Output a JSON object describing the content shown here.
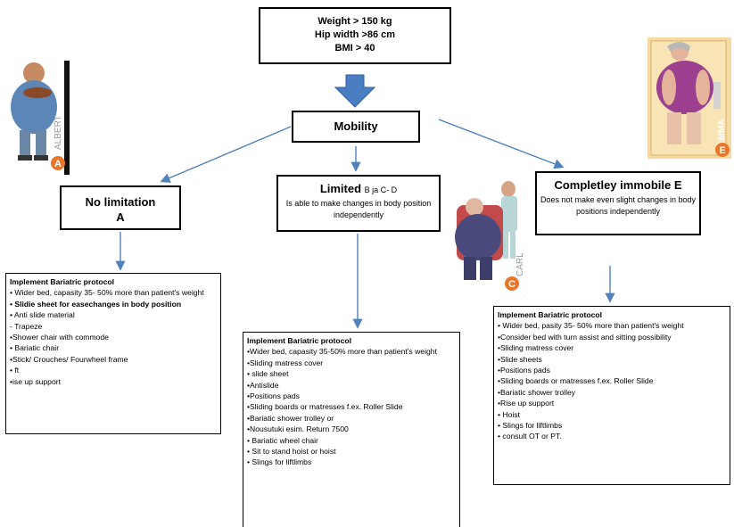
{
  "criteria": {
    "lines": [
      "Weight > 150 kg",
      "Hip width >86 cm",
      "BMI > 40"
    ]
  },
  "mobility": {
    "label": "Mobility"
  },
  "no_limitation": {
    "title": "No limitation",
    "code": "A"
  },
  "limited": {
    "title": "Limited",
    "code": "B ja C- D",
    "description": "Is able to make changes in body position independently"
  },
  "immobile": {
    "title": "Completley immobile",
    "code": "E",
    "description": "Does not make even slight changes in body positions independently"
  },
  "protocol_a": {
    "heading": "Implement Bariatric protocol",
    "items": [
      "• Wider bed, capasity 35- 50% more than patient's weight",
      "• Slidie sheet for easechanges in body position",
      "• Anti slide material",
      "- Trapeze",
      "•Shower chair with commode",
      "• Bariatic chair",
      "•Stick/ Crouches/ Fourwheel frame",
      "• ft",
      "•ise up support"
    ]
  },
  "protocol_b": {
    "heading": "Implement Bariatric protocol",
    "items": [
      "•Wider bed, capasity 35-50% more than patient's weight",
      "•Sliding matress cover",
      "• slide sheet",
      "•Antislide",
      "•Positions pads",
      "•Sliding boards or matresses f.ex. Roller Slide",
      "•Bariatic shower trolley or",
      "•Nousutuki esim. Return 7500",
      "• Bariatic wheel chair",
      "• Sit to stand hoist or hoist",
      "• Slings for liftlimbs"
    ]
  },
  "protocol_c": {
    "heading": "Implement Bariatric protocol",
    "items": [
      "• Wider bed, pasity 35- 50% more than patient's weight",
      "•Consider bed with turn assist and sitting possibility",
      "•Sliding matress cover",
      "•Slide sheets",
      "•Positions pads",
      "•Sliding boards or matresses f.ex. Roller Slide",
      "•Bariatic shower trolley",
      "•Rise up support",
      "• Hoist",
      "• Slings for liftlimbs",
      "• consult OT or PT."
    ]
  },
  "illustrations": {
    "albert": {
      "name": "ALBERT",
      "badge": "A"
    },
    "emma": {
      "name": "EMMA",
      "badge": "E"
    },
    "carl": {
      "name": "CARL",
      "badge": "C"
    }
  },
  "colors": {
    "arrow": "#4f81bd",
    "badge": "#e8762b"
  }
}
